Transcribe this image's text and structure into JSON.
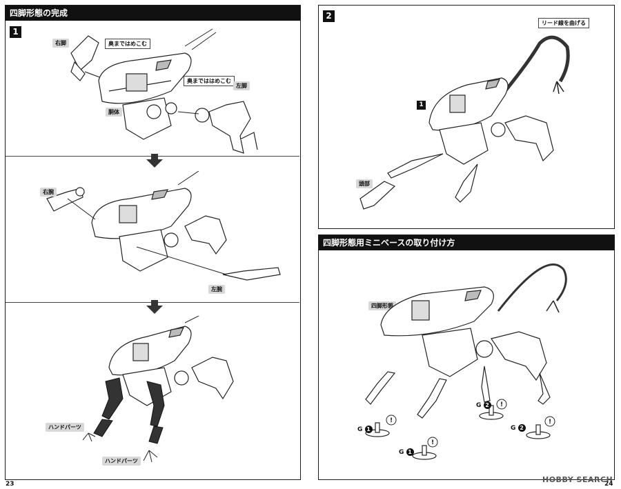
{
  "left_page": {
    "header": "四脚形態の完成",
    "step": "1",
    "labels": {
      "right_leg": "右脚",
      "push_in_1": "奥まではめこむ",
      "push_in_2": "奥までははめこむ",
      "torso": "胴体",
      "left_leg": "左脚",
      "right_arm": "右腕",
      "left_arm": "左腕",
      "hand_parts_1": "ハンドパーツ",
      "hand_parts_2": "ハンドパーツ"
    },
    "page_number": "23"
  },
  "right_page": {
    "top_panel": {
      "step": "2",
      "callout": "リード線を曲げる",
      "inner_step": "1",
      "head_label": "頭部"
    },
    "bottom_panel": {
      "header": "四脚形態用ミニベースの取り付け方",
      "mode_label": "四脚形態",
      "g_tags": [
        "G",
        "G",
        "G",
        "G"
      ],
      "g_nums": [
        "1",
        "1",
        "2",
        "2"
      ]
    },
    "page_number": "24"
  },
  "watermark": "HOBBY SEARCH"
}
